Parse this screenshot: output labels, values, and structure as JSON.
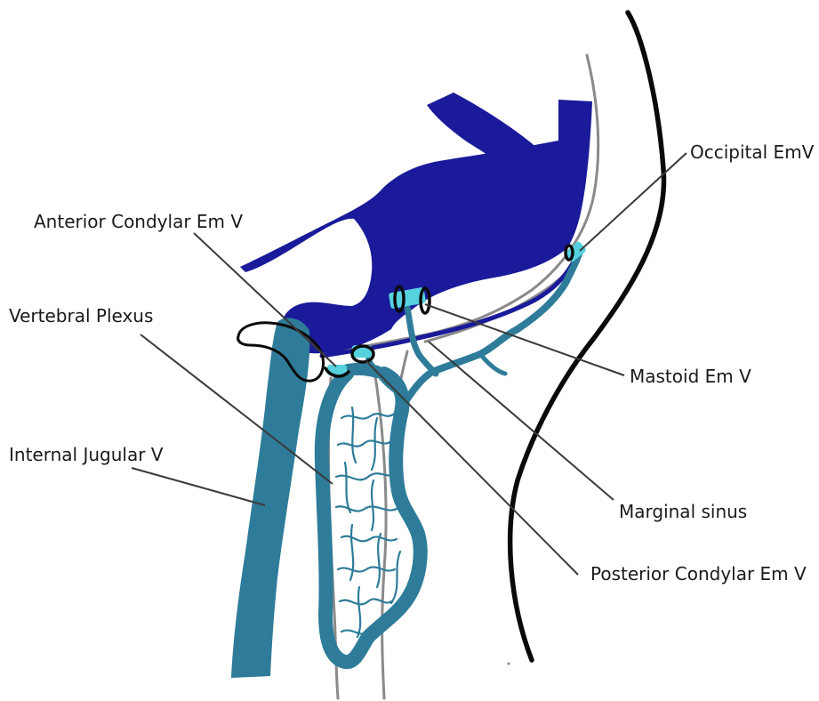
{
  "labels": {
    "occipital": "Occipital EmV",
    "anterior_condylar": "Anterior Condylar Em V",
    "vertebral_plexus": "Vertebral Plexus",
    "mastoid": "Mastoid Em V",
    "internal_jugular": "Internal Jugular V",
    "marginal_sinus": "Marginal sinus",
    "posterior_condylar": "Posterior Condylar Em V"
  },
  "colors": {
    "dural_sinus": "#1a1a9a",
    "vein": "#2e7c99",
    "emissary": "#56d2df",
    "outline": "#0a0a0a",
    "bone_line": "#8a8a8a"
  }
}
